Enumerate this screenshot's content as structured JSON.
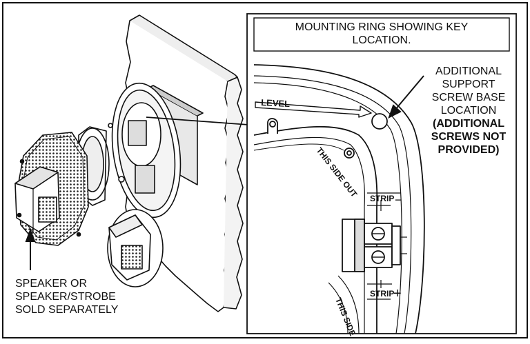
{
  "title_box": {
    "lines": [
      "MOUNTING RING SHOWING KEY",
      "LOCATION."
    ]
  },
  "support_callout": {
    "lines": [
      "ADDITIONAL",
      "SUPPORT",
      "SCREW BASE",
      "LOCATION"
    ],
    "bold_lines": [
      "(ADDITIONAL",
      "SCREWS NOT",
      "PROVIDED)"
    ]
  },
  "speaker_callout": {
    "lines": [
      "SPEAKER OR",
      "SPEAKER/STROBE",
      "SOLD SEPARATELY"
    ]
  },
  "ring_labels": {
    "level": "LEVEL",
    "this_side_out": "THIS SIDE OUT",
    "this_side_out_lower": "THIS SIDE",
    "strip_top": "STRIP",
    "strip_top_sign": "−",
    "strip_bottom": "STRIP",
    "strip_bottom_sign": "+"
  }
}
